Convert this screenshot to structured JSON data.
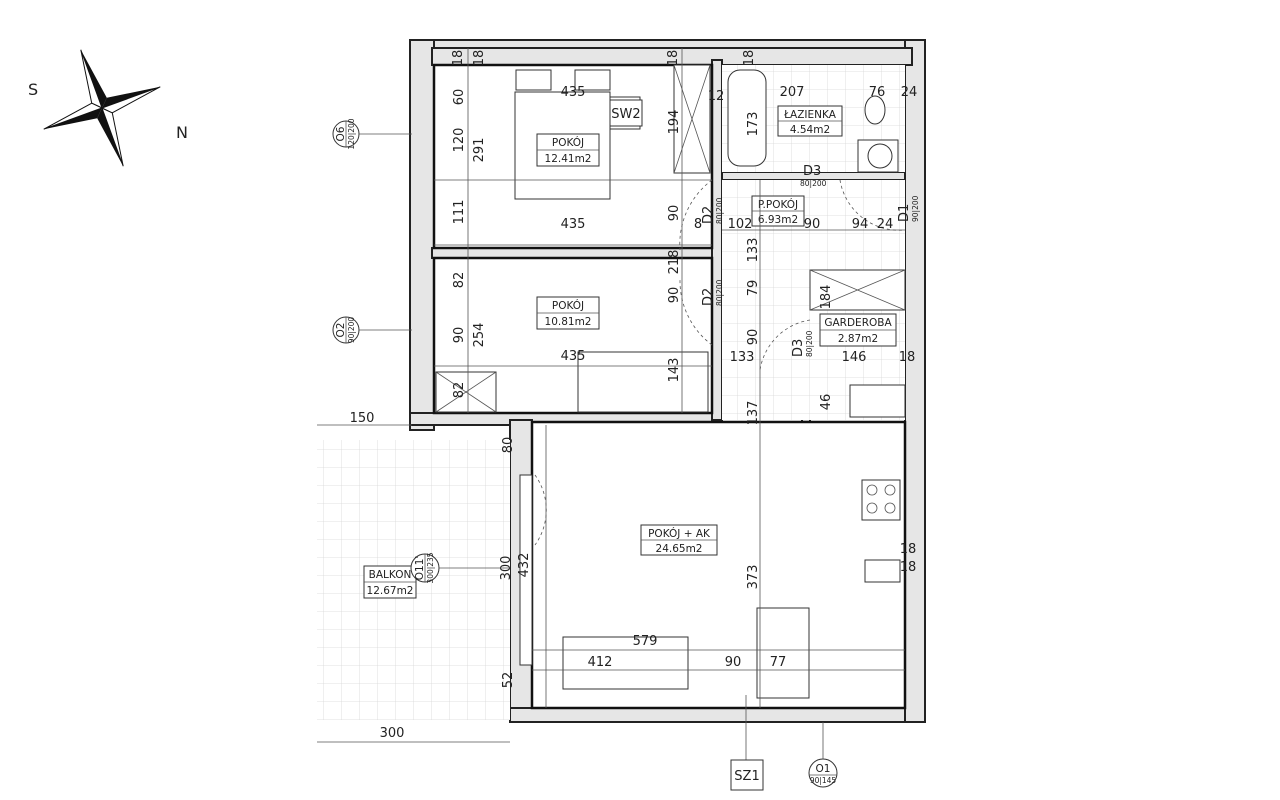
{
  "compass": {
    "south": "S",
    "north": "N"
  },
  "rooms": [
    {
      "name": "POKÓJ",
      "area": "12.41m2"
    },
    {
      "name": "POKÓJ",
      "area": "10.81m2"
    },
    {
      "name": "ŁAZIENKA",
      "area": "4.54m2"
    },
    {
      "name": "P.POKÓJ",
      "area": "6.93m2"
    },
    {
      "name": "GARDEROBA",
      "area": "2.87m2"
    },
    {
      "name": "POKÓJ + AK",
      "area": "24.65m2"
    },
    {
      "name": "BALKON",
      "area": "12.67m2"
    }
  ],
  "doors": [
    {
      "code": "D3",
      "size": "80|200"
    },
    {
      "code": "D2",
      "size": "80|200"
    },
    {
      "code": "D2",
      "size": "80|200"
    },
    {
      "code": "D3",
      "size": "80|200"
    },
    {
      "code": "D1",
      "size": "90|200"
    }
  ],
  "windows": [
    {
      "code": "O6",
      "size": "120|200"
    },
    {
      "code": "O2",
      "size": "90|200"
    },
    {
      "code": "O11'",
      "size": "300|235"
    },
    {
      "code": "O1",
      "size": "90|145"
    }
  ],
  "tags": {
    "wardrobe": "SW2",
    "section": "SZ1"
  },
  "dims": [
    "18",
    "18",
    "18",
    "18",
    "60",
    "435",
    "120",
    "291",
    "194",
    "12",
    "207",
    "76",
    "24",
    "173",
    "111",
    "435",
    "90",
    "8",
    "102",
    "90",
    "94",
    "24",
    "133",
    "218",
    "82",
    "90",
    "79",
    "184",
    "90",
    "254",
    "435",
    "90",
    "133",
    "146",
    "18",
    "143",
    "82",
    "46",
    "137",
    "150",
    "80",
    "300",
    "432",
    "373",
    "579",
    "412",
    "90",
    "77",
    "52",
    "18",
    "18",
    "300"
  ]
}
